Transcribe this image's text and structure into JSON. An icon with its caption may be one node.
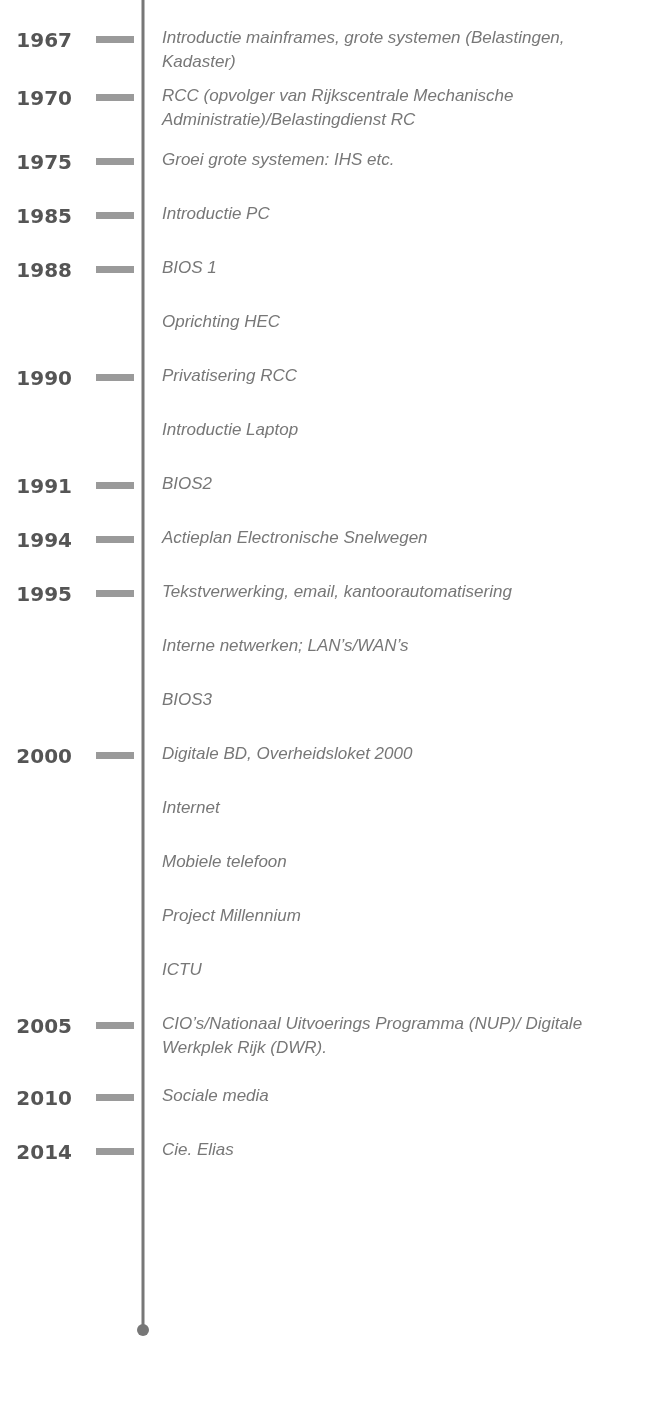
{
  "diagram": {
    "labels": [
      "1967",
      "Introductie mainframes, grote systemen (Belastingen, Kadaster)",
      "1970",
      "RCC (opvolger van Rijkscentrale Mechanische Administratie)/Belastingdienst RC",
      "1975",
      "Groei grote systemen: IHS etc.",
      "1985",
      "Introductie PC",
      "1988",
      "BIOS 1",
      "Oprichting HEC",
      "1990",
      "Privatisering RCC",
      "Introductie Laptop",
      "1991",
      "BIOS2",
      "1994",
      "Actieplan Electronische Snelwegen",
      "1995",
      "Tekstverwerking, email, kantoorautomatisering",
      "Interne netwerken; LAN’s/WAN’s",
      "BIOS3",
      "2000",
      "Digitale BD, Overheidsloket 2000",
      "Internet",
      "Mobiele telefoon",
      "Project Millennium",
      "ICTU",
      "2005",
      "CIO’s/Nationaal Uitvoerings Programma (NUP)/ Digitale Werkplek Rijk (DWR).",
      "2010",
      "Sociale media",
      "2014",
      "Cie. Elias"
    ]
  }
}
